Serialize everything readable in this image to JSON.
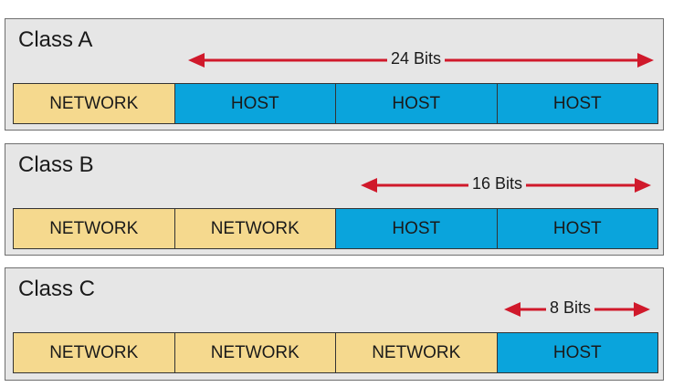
{
  "colors": {
    "network": "#f5d98e",
    "host": "#0aa4dc",
    "arrow": "#d0192b",
    "panel": "#e6e6e6"
  },
  "classes": [
    {
      "title": "Class A",
      "bits_label": "24 Bits",
      "segments": [
        "NETWORK",
        "HOST",
        "HOST",
        "HOST"
      ],
      "segment_types": [
        "network",
        "host",
        "host",
        "host"
      ]
    },
    {
      "title": "Class B",
      "bits_label": "16 Bits",
      "segments": [
        "NETWORK",
        "NETWORK",
        "HOST",
        "HOST"
      ],
      "segment_types": [
        "network",
        "network",
        "host",
        "host"
      ]
    },
    {
      "title": "Class C",
      "bits_label": "8 Bits",
      "segments": [
        "NETWORK",
        "NETWORK",
        "NETWORK",
        "HOST"
      ],
      "segment_types": [
        "network",
        "network",
        "network",
        "host"
      ]
    }
  ]
}
